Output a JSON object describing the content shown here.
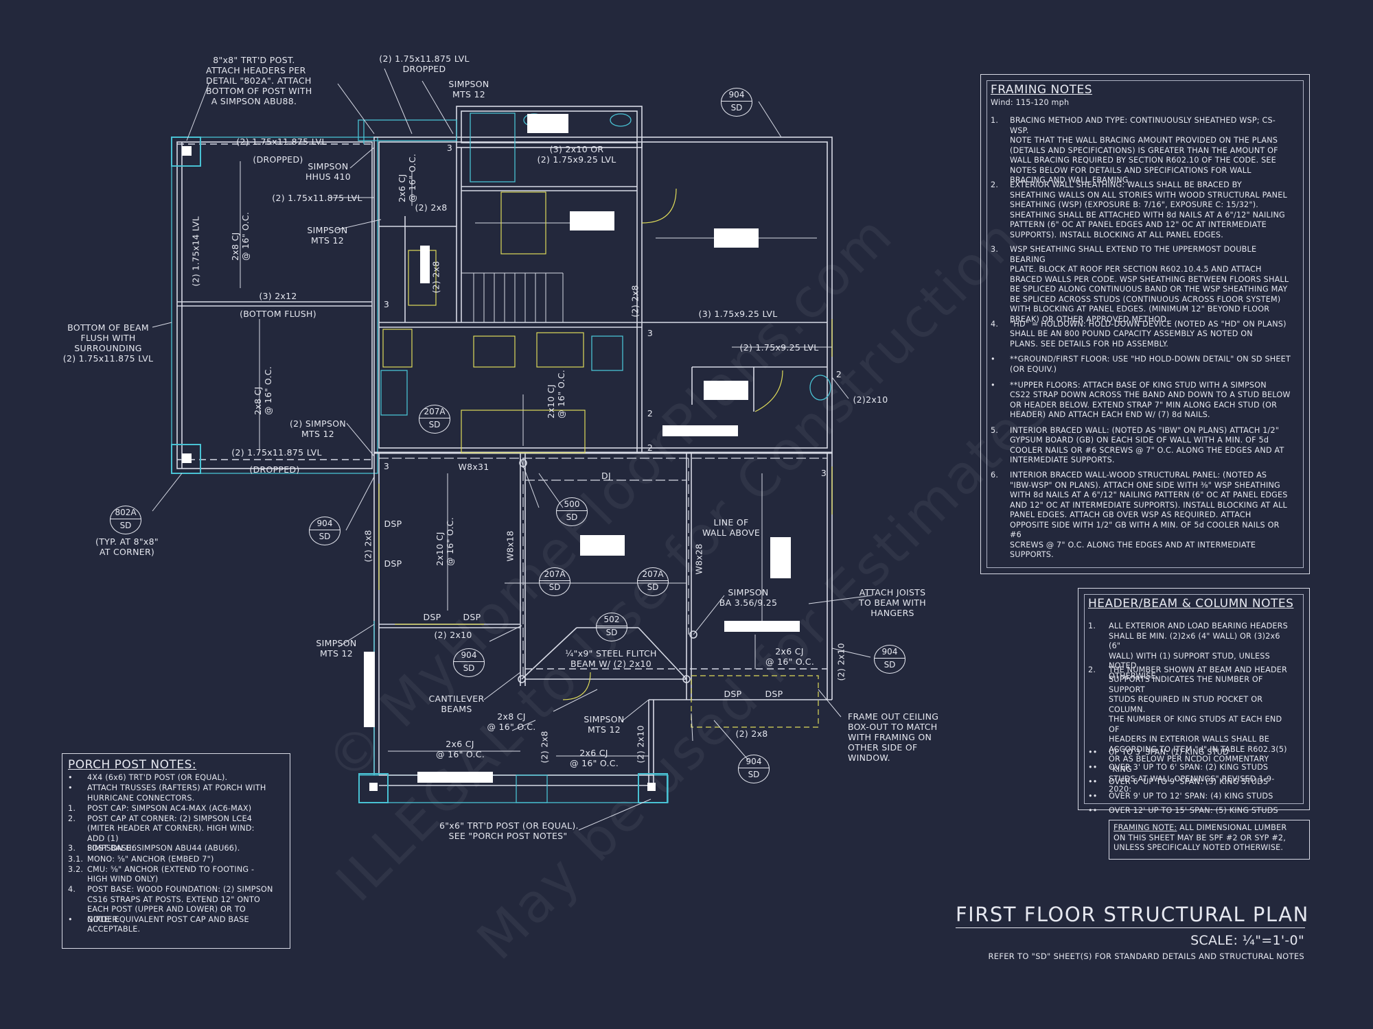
{
  "sheet": {
    "title": "FIRST FLOOR STRUCTURAL PLAN",
    "scale": "SCALE: ¼\"=1'-0\"",
    "refer": "REFER TO \"SD\" SHEET(S) FOR STANDARD DETAILS AND STRUCTURAL NOTES"
  },
  "watermark": {
    "line1": "© MyHomeFloorPlans.com",
    "line2": "ILLEGAL to Use for Construction",
    "line3": "May be used for Estimates"
  },
  "framing_notes": {
    "title": "FRAMING NOTES",
    "wind": "Wind: 115-120 mph",
    "items": [
      {
        "num": "1.",
        "lines": [
          "BRACING METHOD AND TYPE: CONTINUOUSLY SHEATHED WSP; CS-WSP.",
          "NOTE THAT THE WALL BRACING AMOUNT PROVIDED ON THE PLANS",
          "(DETAILS AND SPECIFICATIONS) IS GREATER THAN THE AMOUNT OF",
          "WALL BRACING REQUIRED BY SECTION R602.10 OF THE CODE. SEE",
          "NOTES BELOW FOR DETAILS AND SPECIFICATIONS FOR WALL",
          "BRACING AND WALL FRAMING."
        ]
      },
      {
        "num": "2.",
        "lines": [
          "EXTERIOR WALL SHEATHING: WALLS SHALL BE BRACED BY",
          "SHEATHING WALLS ON ALL STORIES WITH WOOD STRUCTURAL PANEL",
          "SHEATHING (WSP) (EXPOSURE B: 7/16\", EXPOSURE C: 15/32\").",
          "SHEATHING SHALL BE ATTACHED WITH 8d NAILS AT A 6\"/12\" NAILING",
          "PATTERN (6\" OC AT PANEL EDGES AND 12\" OC AT INTERMEDIATE",
          "SUPPORTS). INSTALL BLOCKING AT ALL PANEL EDGES."
        ]
      },
      {
        "num": "3.",
        "lines": [
          "WSP SHEATHING SHALL EXTEND TO THE UPPERMOST DOUBLE BEARING",
          "PLATE. BLOCK AT ROOF PER SECTION R602.10.4.5 AND ATTACH",
          "BRACED WALLS PER CODE. WSP SHEATHING BETWEEN FLOORS SHALL",
          "BE SPLICED ALONG CONTINUOUS BAND OR THE WSP SHEATHING MAY",
          "BE SPLICED ACROSS STUDS (CONTINUOUS ACROSS FLOOR SYSTEM)",
          "WITH BLOCKING AT PANEL EDGES. (MINIMUM 12\" BEYOND FLOOR",
          "BREAK) OR OTHER APPROVED METHOD."
        ]
      },
      {
        "num": "4.",
        "lines": [
          "\"HD\" = HOLDOWN: HOLD-DOWN DEVICE (NOTED AS \"HD\" ON PLANS)",
          "SHALL BE AN 800 POUND CAPACITY ASSEMBLY AS NOTED ON",
          "PLANS. SEE DETAILS FOR HD ASSEMBLY."
        ]
      },
      {
        "num": "•",
        "lines": [
          "**GROUND/FIRST FLOOR: USE \"HD HOLD-DOWN DETAIL\" ON SD SHEET",
          "(OR EQUIV.)"
        ]
      },
      {
        "num": "•",
        "lines": [
          "**UPPER FLOORS: ATTACH BASE OF KING STUD WITH A SIMPSON",
          "CS22 STRAP DOWN ACROSS THE BAND AND DOWN TO A STUD BELOW",
          "OR HEADER BELOW. EXTEND STRAP 7\" MIN ALONG EACH STUD (OR",
          "HEADER) AND ATTACH EACH END W/ (7) 8d NAILS."
        ]
      },
      {
        "num": "5.",
        "lines": [
          "INTERIOR BRACED WALL: (NOTED AS \"IBW\" ON PLANS) ATTACH 1/2\"",
          "GYPSUM BOARD (GB) ON EACH SIDE OF WALL WITH A MIN. OF 5d",
          "COOLER NAILS OR #6 SCREWS @ 7\" O.C. ALONG THE EDGES AND AT",
          "INTERMEDIATE SUPPORTS."
        ]
      },
      {
        "num": "6.",
        "lines": [
          "INTERIOR BRACED WALL-WOOD STRUCTURAL PANEL: (NOTED AS",
          "\"IBW-WSP\" ON PLANS). ATTACH ONE SIDE WITH ⅜\" WSP SHEATHING",
          "WITH 8d NAILS AT A 6\"/12\" NAILING PATTERN (6\" OC AT PANEL EDGES",
          "AND 12\" OC AT INTERMEDIATE SUPPORTS). INSTALL BLOCKING AT ALL",
          "PANEL EDGES. ATTACH GB OVER WSP AS REQUIRED. ATTACH",
          "OPPOSITE SIDE WITH 1/2\" GB WITH A MIN. OF 5d COOLER NAILS OR #6",
          "SCREWS @ 7\" O.C. ALONG THE EDGES AND AT INTERMEDIATE",
          "SUPPORTS."
        ]
      }
    ]
  },
  "header_notes": {
    "title": "HEADER/BEAM & COLUMN NOTES",
    "items": [
      {
        "num": "1.",
        "lines": [
          "ALL EXTERIOR AND LOAD BEARING HEADERS",
          "SHALL BE MIN. (2)2x6 (4\" WALL) OR (3)2x6 (6\"",
          "WALL) WITH (1) SUPPORT STUD, UNLESS NOTED",
          "OTHERWISE."
        ]
      },
      {
        "num": "2.",
        "lines": [
          "THE NUMBER SHOWN AT BEAM AND HEADER",
          "SUPPORTS INDICATES THE NUMBER OF SUPPORT",
          "STUDS REQUIRED IN STUD POCKET OR COLUMN.",
          "THE NUMBER OF KING STUDS AT EACH END OF",
          "HEADERS IN EXTERIOR WALLS SHALL BE",
          "ACCORDING TO ITEM \"d\" IN TABLE R602.3(5)",
          "OR AS BELOW PER NCDOI COMMENTARY \"KING",
          "STUDS AT WALL OPENINGS\" REVISED 1-9-2020:"
        ]
      },
      {
        "num": "••",
        "lines": [
          "UP TO 3' SPAN: (1) KING STUD"
        ]
      },
      {
        "num": "••",
        "lines": [
          "OVER 3' UP TO 6' SPAN: (2) KING STUDS"
        ]
      },
      {
        "num": "••",
        "lines": [
          "OVER 6' UP TO 9' SPAN: (3) KING STUDS"
        ]
      },
      {
        "num": "••",
        "lines": [
          "OVER 9' UP TO 12' SPAN: (4) KING STUDS"
        ]
      },
      {
        "num": "••",
        "lines": [
          "OVER 12' UP TO 15' SPAN: (5) KING STUDS"
        ]
      }
    ]
  },
  "framing_note_box": {
    "label": "FRAMING NOTE:",
    "lines": [
      " ALL DIMENSIONAL LUMBER",
      "ON THIS SHEET MAY BE SPF #2 OR SYP #2,",
      "UNLESS SPECIFICALLY NOTED OTHERWISE."
    ]
  },
  "porch_notes": {
    "title": "PORCH POST NOTES:",
    "items": [
      {
        "num": "•",
        "lines": [
          "4X4 (6x6) TRT'D POST (OR EQUAL)."
        ]
      },
      {
        "num": "•",
        "lines": [
          "ATTACH TRUSSES (RAFTERS) AT PORCH WITH",
          "HURRICANE CONNECTORS."
        ]
      },
      {
        "num": "1.",
        "lines": [
          "POST CAP: SIMPSON AC4-MAX (AC6-MAX)"
        ]
      },
      {
        "num": "2.",
        "lines": [
          "POST CAP AT CORNER: (2) SIMPSON LCE4",
          "(MITER HEADER AT CORNER). HIGH WIND: ADD (1)",
          "SIMPSON H6."
        ]
      },
      {
        "num": "3.",
        "lines": [
          "POST BASE: SIMPSON ABU44 (ABU66)."
        ]
      },
      {
        "num": "3.1.",
        "lines": [
          "MONO: ⅝\" ANCHOR (EMBED 7\")"
        ]
      },
      {
        "num": "3.2.",
        "lines": [
          "CMU: ⅝\" ANCHOR (EXTEND TO FOOTING -",
          "HIGH WIND ONLY)"
        ]
      },
      {
        "num": "4.",
        "lines": [
          "POST BASE: WOOD FOUNDATION: (2) SIMPSON",
          "CS16 STRAPS AT POSTS. EXTEND 12\" ONTO",
          "EACH POST (UPPER AND LOWER) OR TO GIRDER."
        ]
      },
      {
        "num": "•",
        "lines": [
          "NOTE: EQUIVALENT POST CAP AND BASE",
          "ACCEPTABLE."
        ]
      }
    ]
  },
  "callouts": {
    "post_8x8": [
      "8\"x8\" TRT'D POST.",
      "ATTACH HEADERS PER",
      "DETAIL \"802A\". ATTACH",
      "BOTTOM OF POST WITH",
      "A SIMPSON ABU88."
    ],
    "lvl_dropped_top": [
      "(2) 1.75x11.875 LVL",
      "DROPPED"
    ],
    "simpson_mts12_top": [
      "SIMPSON",
      "MTS 12"
    ],
    "lvl_top_left": "(2) 1.75x11.875 LVL",
    "dropped_1": "(DROPPED)",
    "hhus": [
      "SIMPSON",
      "HHUS 410"
    ],
    "lvl_mid": "(2) 1.75x11.875 LVL",
    "mts12_left": [
      "SIMPSON",
      "MTS 12"
    ],
    "lvl_vert": "(2) 1.75x14 LVL",
    "cj_vert_1": [
      "2x8 CJ",
      "@ 16\" O.C."
    ],
    "twox12": "(3) 2x12",
    "bottom_flush": "(BOTTOM FLUSH)",
    "bottom_beam": [
      "BOTTOM OF BEAM",
      "FLUSH WITH",
      "SURROUNDING",
      "(2) 1.75x11.875 LVL"
    ],
    "cj_vert_2": [
      "2x8 CJ",
      "@ 16\" O.C."
    ],
    "simpson_mts12_porch": [
      "(2) SIMPSON",
      "MTS 12"
    ],
    "lvl_bottom": "(2) 1.75x11.875 LVL",
    "dropped_2": "(DROPPED)",
    "bubble_802a": [
      "802A",
      "SD"
    ],
    "typ_corner": [
      "(TYP. AT 8\"x8\"",
      "AT CORNER)"
    ],
    "cj_vert_3": [
      "2x6 CJ",
      "@ 16\" O.C."
    ],
    "two_2x8": "(2) 2x8",
    "two_2x8_vert": "(2) 2x8",
    "bath_header": [
      "(3) 2x10 OR",
      "(2) 1.75x9.25 LVL"
    ],
    "bubble_904_top": [
      "904",
      "SD"
    ],
    "lvl_925_a": "(3) 1.75x9.25 LVL",
    "lvl_925_b": "(2) 1.75x9.25 LVL",
    "two_2x8_v2": "(2) 2x8",
    "cj_vert_4": [
      "2x10 CJ",
      "@ 16\" O.C."
    ],
    "two_2x10_right": "(2)2x10",
    "bubble_207a_1": [
      "207A",
      "SD"
    ],
    "w8x31": "W8x31",
    "dj": "DJ",
    "bubble_500": [
      "500",
      "SD"
    ],
    "bubble_904_left": [
      "904",
      "SD"
    ],
    "dsp_1": "DSP",
    "dsp_2": "DSP",
    "two_2x8_left": "(2) 2x8",
    "cj_vert_5": [
      "2x10 CJ",
      "@ 16\" O.C."
    ],
    "w8x18": "W8x18",
    "bubble_207a_2": [
      "207A",
      "SD"
    ],
    "bubble_207a_3": [
      "207A",
      "SD"
    ],
    "w8x28": "W8x28",
    "line_of_wall": [
      "LINE OF",
      "WALL ABOVE"
    ],
    "simpson_ba": [
      "SIMPSON",
      "BA 3.56/9.25"
    ],
    "attach_joists": [
      "ATTACH JOISTS",
      "TO BEAM WITH",
      "HANGERS"
    ],
    "dsp_3": "DSP",
    "dsp_4": "DSP",
    "two_2x10_a": "(2) 2x10",
    "bubble_502": [
      "502",
      "SD"
    ],
    "steel_flitch": [
      "¼\"x9\" STEEL FLITCH",
      "BEAM W/ (2) 2x10"
    ],
    "cj_2x6_right": [
      "2x6 CJ",
      "@ 16\" O.C."
    ],
    "two_2x10_vert_r": "(2) 2x10",
    "bubble_904_right": [
      "904",
      "SD"
    ],
    "mts12_porch_l": [
      "SIMPSON",
      "MTS 12"
    ],
    "bubble_904_mid": [
      "904",
      "SD"
    ],
    "cantilever": [
      "CANTILEVER",
      "BEAMS"
    ],
    "cj_2x8": [
      "2x8 CJ",
      "@ 16\" O.C."
    ],
    "mts12_mid": [
      "SIMPSON",
      "MTS 12"
    ],
    "two_2x8_v3": "(2) 2x8",
    "two_2x10_v4": "(2) 2x10",
    "cj_2x6_a": [
      "2x6 CJ",
      "@ 16\" O.C."
    ],
    "cj_2x6_b": [
      "2x6 CJ",
      "@ 16\" O.C."
    ],
    "dsp_5": "DSP",
    "dsp_6": "DSP",
    "two_2x8_b": "(2) 2x8",
    "frame_out": [
      "FRAME OUT CEILING",
      "BOX-OUT TO MATCH",
      "WITH FRAMING ON",
      "OTHER SIDE OF",
      "WINDOW."
    ],
    "bubble_904_bot": [
      "904",
      "SD"
    ],
    "post_6x6": [
      "6\"x6\" TRT'D POST (OR EQUAL).",
      "SEE \"PORCH POST NOTES\""
    ],
    "num_3": "3",
    "num_2": "2"
  }
}
